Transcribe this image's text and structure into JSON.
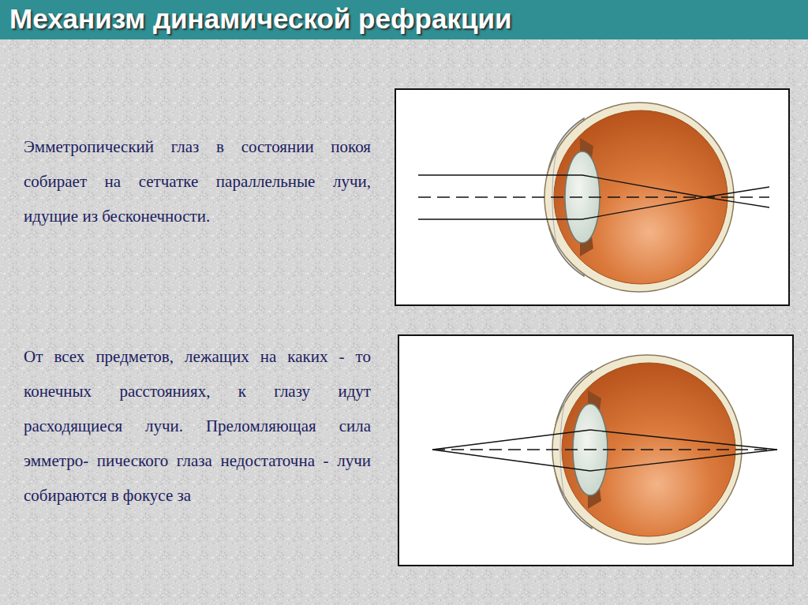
{
  "diagram": {
    "title": "Механизм динамической рефракции",
    "labels": [
      "Эмметропический глаз в состоянии покоя собирает на сетчатке параллельные лучи, идущие из бесконечности.",
      "От всех предметов, лежащих на каких - то конечных расстояниях, к глазу идут расходящиеся лучи. Преломляющая сила эмметро- пического глаза недостаточна - лучи собираются в фокусе за"
    ]
  }
}
